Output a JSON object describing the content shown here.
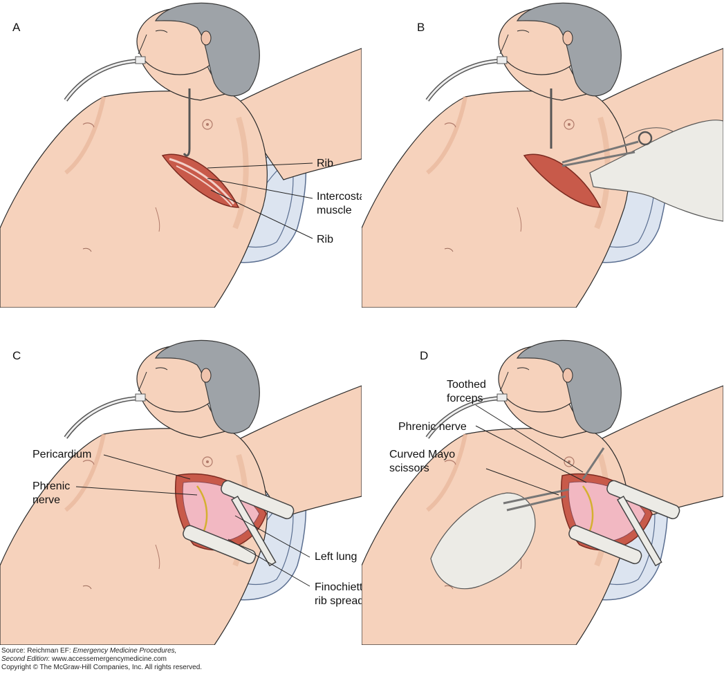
{
  "panels": {
    "a": {
      "letter": "A",
      "labels": {
        "rib_top": "Rib",
        "intercostal_1": "Intercostal",
        "intercostal_2": "muscle",
        "rib_bottom": "Rib"
      }
    },
    "b": {
      "letter": "B"
    },
    "c": {
      "letter": "C",
      "labels": {
        "pericardium": "Pericardium",
        "phrenic_1": "Phrenic",
        "phrenic_2": "nerve",
        "left_lung": "Left lung",
        "spreader_1": "Finochietto",
        "spreader_2": "rib spreader"
      }
    },
    "d": {
      "letter": "D",
      "labels": {
        "toothed_1": "Toothed",
        "toothed_2": "forceps",
        "phrenic": "Phrenic nerve",
        "mayo_1": "Curved Mayo",
        "mayo_2": "scissors"
      }
    }
  },
  "footer": {
    "line1_prefix": "Source: Reichman EF: ",
    "line1_title": "Emergency Medicine Procedures,",
    "line2_title": "Second Edition",
    "line2_rest": ": www.accessemergencymedicine.com",
    "line3": "Copyright © The McGraw-Hill Companies, Inc. All rights reserved."
  },
  "colors": {
    "skin": "#f6d2bc",
    "skin_shadow": "#e8b59a",
    "hair": "#9ea3a8",
    "pad": "#dce4f0",
    "wound": "#c85a4a",
    "lung": "#f2b8c2",
    "glove": "#ecebe6",
    "instrument": "#b8bcc0"
  }
}
